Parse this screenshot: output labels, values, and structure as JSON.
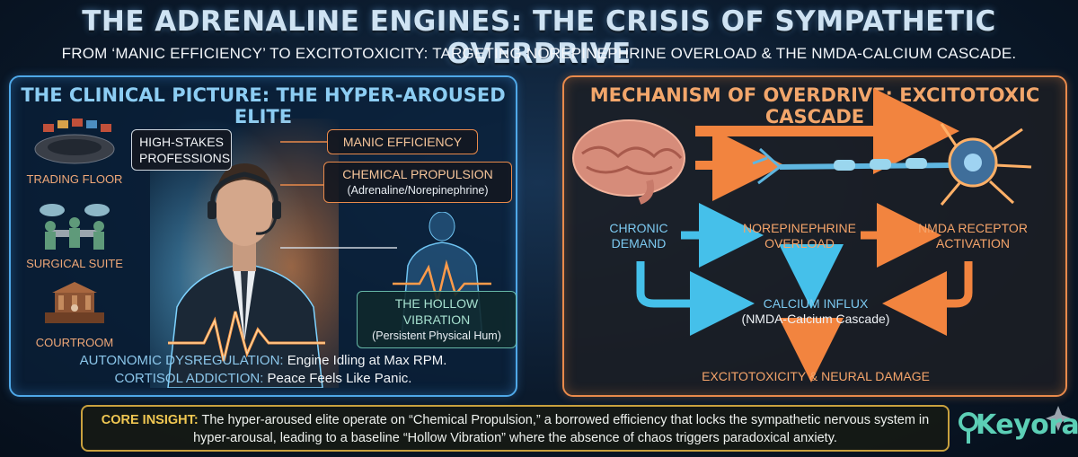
{
  "header": {
    "title": "THE ADRENALINE ENGINES: THE CRISIS OF SYMPATHETIC OVERDRIVE",
    "subtitle": "FROM ‘MANIC EFFICIENCY’ TO EXCITOTOXICITY: TARGETING NOREPINEPHRINE OVERLOAD & THE NMDA-CALCIUM CASCADE."
  },
  "left_panel": {
    "title": "THE CLINICAL PICTURE: THE HYPER-AROUSED ELITE",
    "settings": [
      {
        "label": "TRADING FLOOR",
        "icon": "trading-floor-icon"
      },
      {
        "label": "SURGICAL SUITE",
        "icon": "surgical-suite-icon"
      },
      {
        "label": "COURTROOM",
        "icon": "courtroom-icon"
      }
    ],
    "tags": {
      "high_stakes": "HIGH-STAKES PROFESSIONS",
      "manic": "MANIC EFFICIENCY",
      "chemical": "CHEMICAL PROPULSION",
      "chemical_sub": "(Adrenaline/Norepinephrine)",
      "hollow": "THE HOLLOW VIBRATION",
      "hollow_sub": "(Persistent Physical Hum)"
    },
    "footer": [
      {
        "key": "AUTONOMIC DYSREGULATION:",
        "value": "Engine Idling at Max RPM."
      },
      {
        "key": "CORTISOL ADDICTION:",
        "value": "Peace Feels Like Panic."
      }
    ]
  },
  "right_panel": {
    "title": "MECHANISM OF OVERDRIVE: EXCITOTOXIC CASCADE",
    "nodes": {
      "chronic": "CHRONIC DEMAND",
      "norepinephrine": "NOREPINEPHRINE OVERLOAD",
      "nmda": "NMDA RECEPTOR ACTIVATION",
      "calcium": "CALCIUM INFLUX",
      "calcium_sub": "(NMDA-Calcium Cascade)",
      "excitotoxicity": "EXCITOTOXICITY & NEURAL DAMAGE"
    }
  },
  "core_insight": {
    "key": "CORE INSIGHT:",
    "text": "The hyper-aroused elite operate on “Chemical Propulsion,” a borrowed efficiency that locks the sympathetic nervous system in hyper-arousal, leading to a baseline “Hollow Vibration” where the absence of chaos triggers paradoxical anxiety."
  },
  "brand": {
    "name": "Keyora",
    "color": "#5ccfb6"
  },
  "colors": {
    "blue_accent": "#4fa8e8",
    "orange_accent": "#e98a4b",
    "gold": "#c9a13e"
  }
}
